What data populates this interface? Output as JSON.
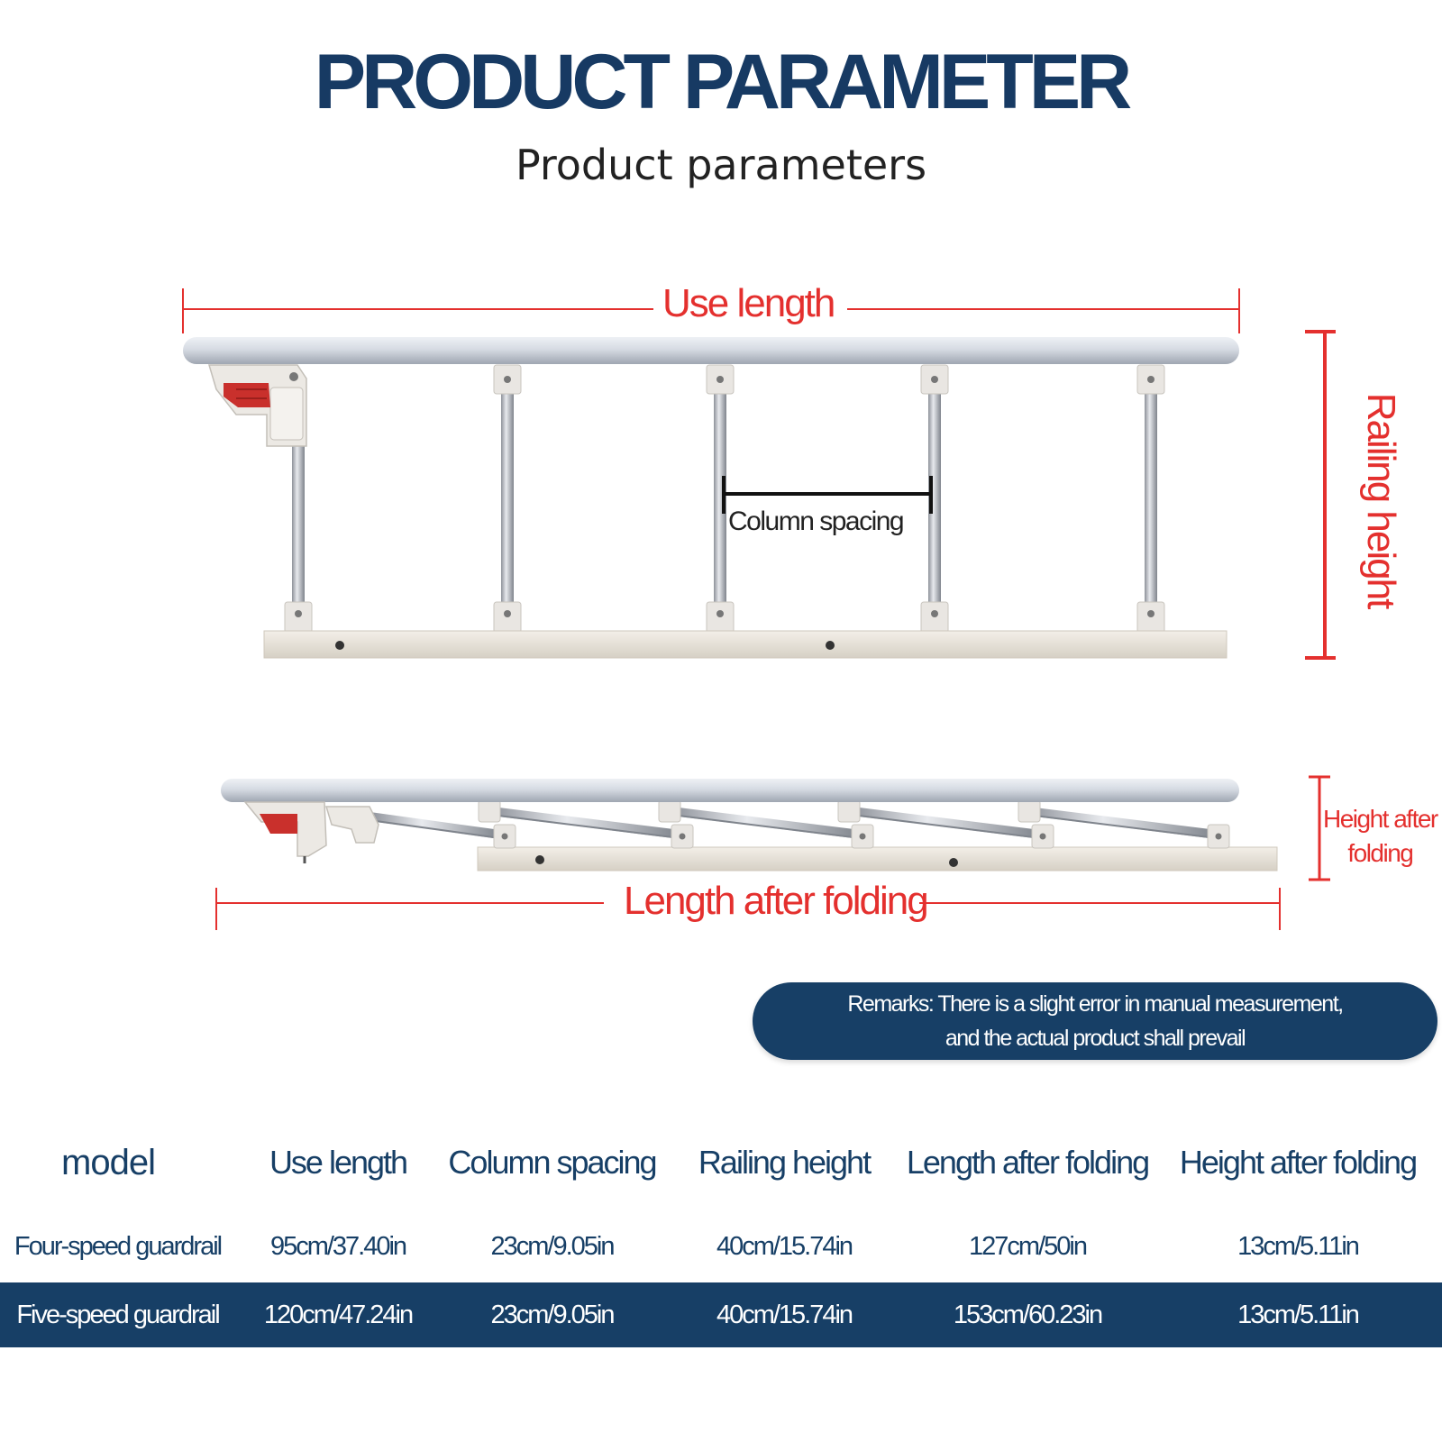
{
  "title": "PRODUCT PARAMETER",
  "subtitle": "Product parameters",
  "labels": {
    "use_length": "Use length",
    "column_spacing": "Column spacing",
    "railing_height": "Railing height",
    "length_after_folding": "Length after folding",
    "height_after_folding_line1": "Height after",
    "height_after_folding_line2": "folding"
  },
  "remarks": {
    "line1": "Remarks: There is a slight error in manual measurement,",
    "line2": "and the actual product shall prevail"
  },
  "table": {
    "headers": [
      "model",
      "Use length",
      "Column spacing",
      "Railing height",
      "Length after folding",
      "Height after folding"
    ],
    "rows": [
      [
        "Four-speed guardrail",
        "95cm/37.40in",
        "23cm/9.05in",
        "40cm/15.74in",
        "127cm/50in",
        "13cm/5.11in"
      ],
      [
        "Five-speed guardrail",
        "120cm/47.24in",
        "23cm/9.05in",
        "40cm/15.74in",
        "153cm/60.23in",
        "13cm/5.11in"
      ]
    ]
  },
  "colors": {
    "navy": "#173f66",
    "dimension_red": "#e4302e",
    "handle_red": "#c9302c",
    "rail_silver": "#d3d8e0",
    "base_beige": "#e7e2d9"
  }
}
